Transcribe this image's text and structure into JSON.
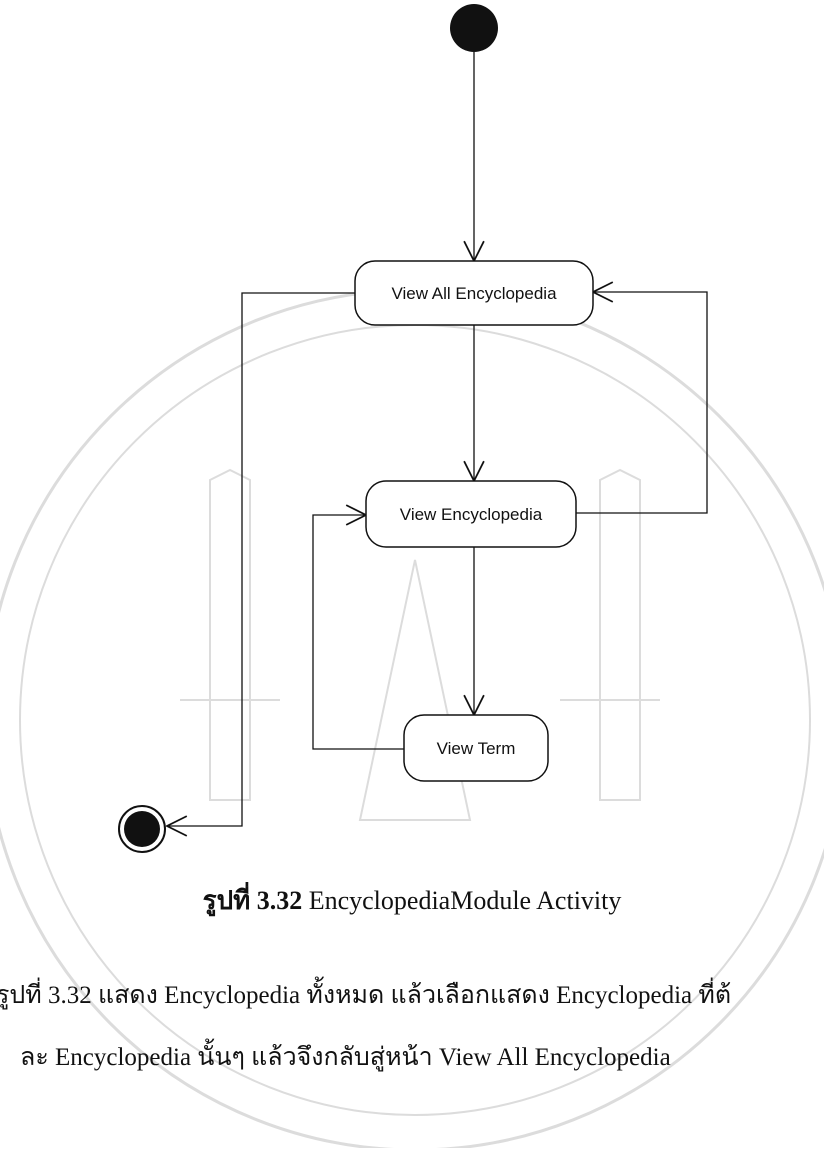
{
  "diagram": {
    "nodes": {
      "view_all": "View All Encyclopedia",
      "view_encyclopedia": "View Encyclopedia",
      "view_term": "View Term"
    }
  },
  "caption": {
    "label": "รูปที่ 3.32",
    "title": "EncyclopediaModule Activity"
  },
  "paragraph": {
    "line1": "รูปที่ 3.32 แสดง Encyclopedia ทั้งหมด แล้วเลือกแสดง Encyclopedia ที่ต้",
    "line2": "ละ Encyclopedia นั้นๆ แล้วจึงกลับสู่หน้า  View All Encyclopedia"
  },
  "colors": {
    "ink": "#111111",
    "watermark": "#d9d9d9"
  }
}
